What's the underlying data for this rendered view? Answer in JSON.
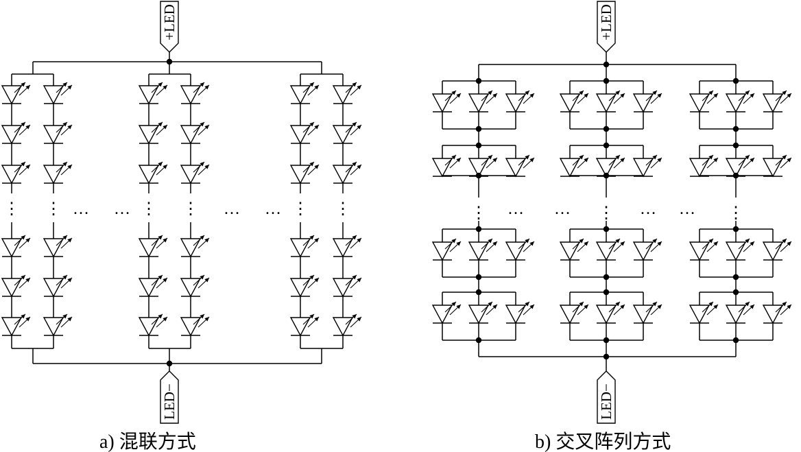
{
  "diagram_a": {
    "terminal_top": "+LED",
    "terminal_bottom": "LED−",
    "caption": "a) 混联方式",
    "ellipsis_h": "…",
    "ellipsis_v": "⋮"
  },
  "diagram_b": {
    "terminal_top": "+LED",
    "terminal_bottom": "LED−",
    "caption": "b) 交叉阵列方式",
    "ellipsis_h": "…",
    "ellipsis_v": "⋮"
  },
  "colors": {
    "line": "#000000",
    "background": "#ffffff"
  }
}
